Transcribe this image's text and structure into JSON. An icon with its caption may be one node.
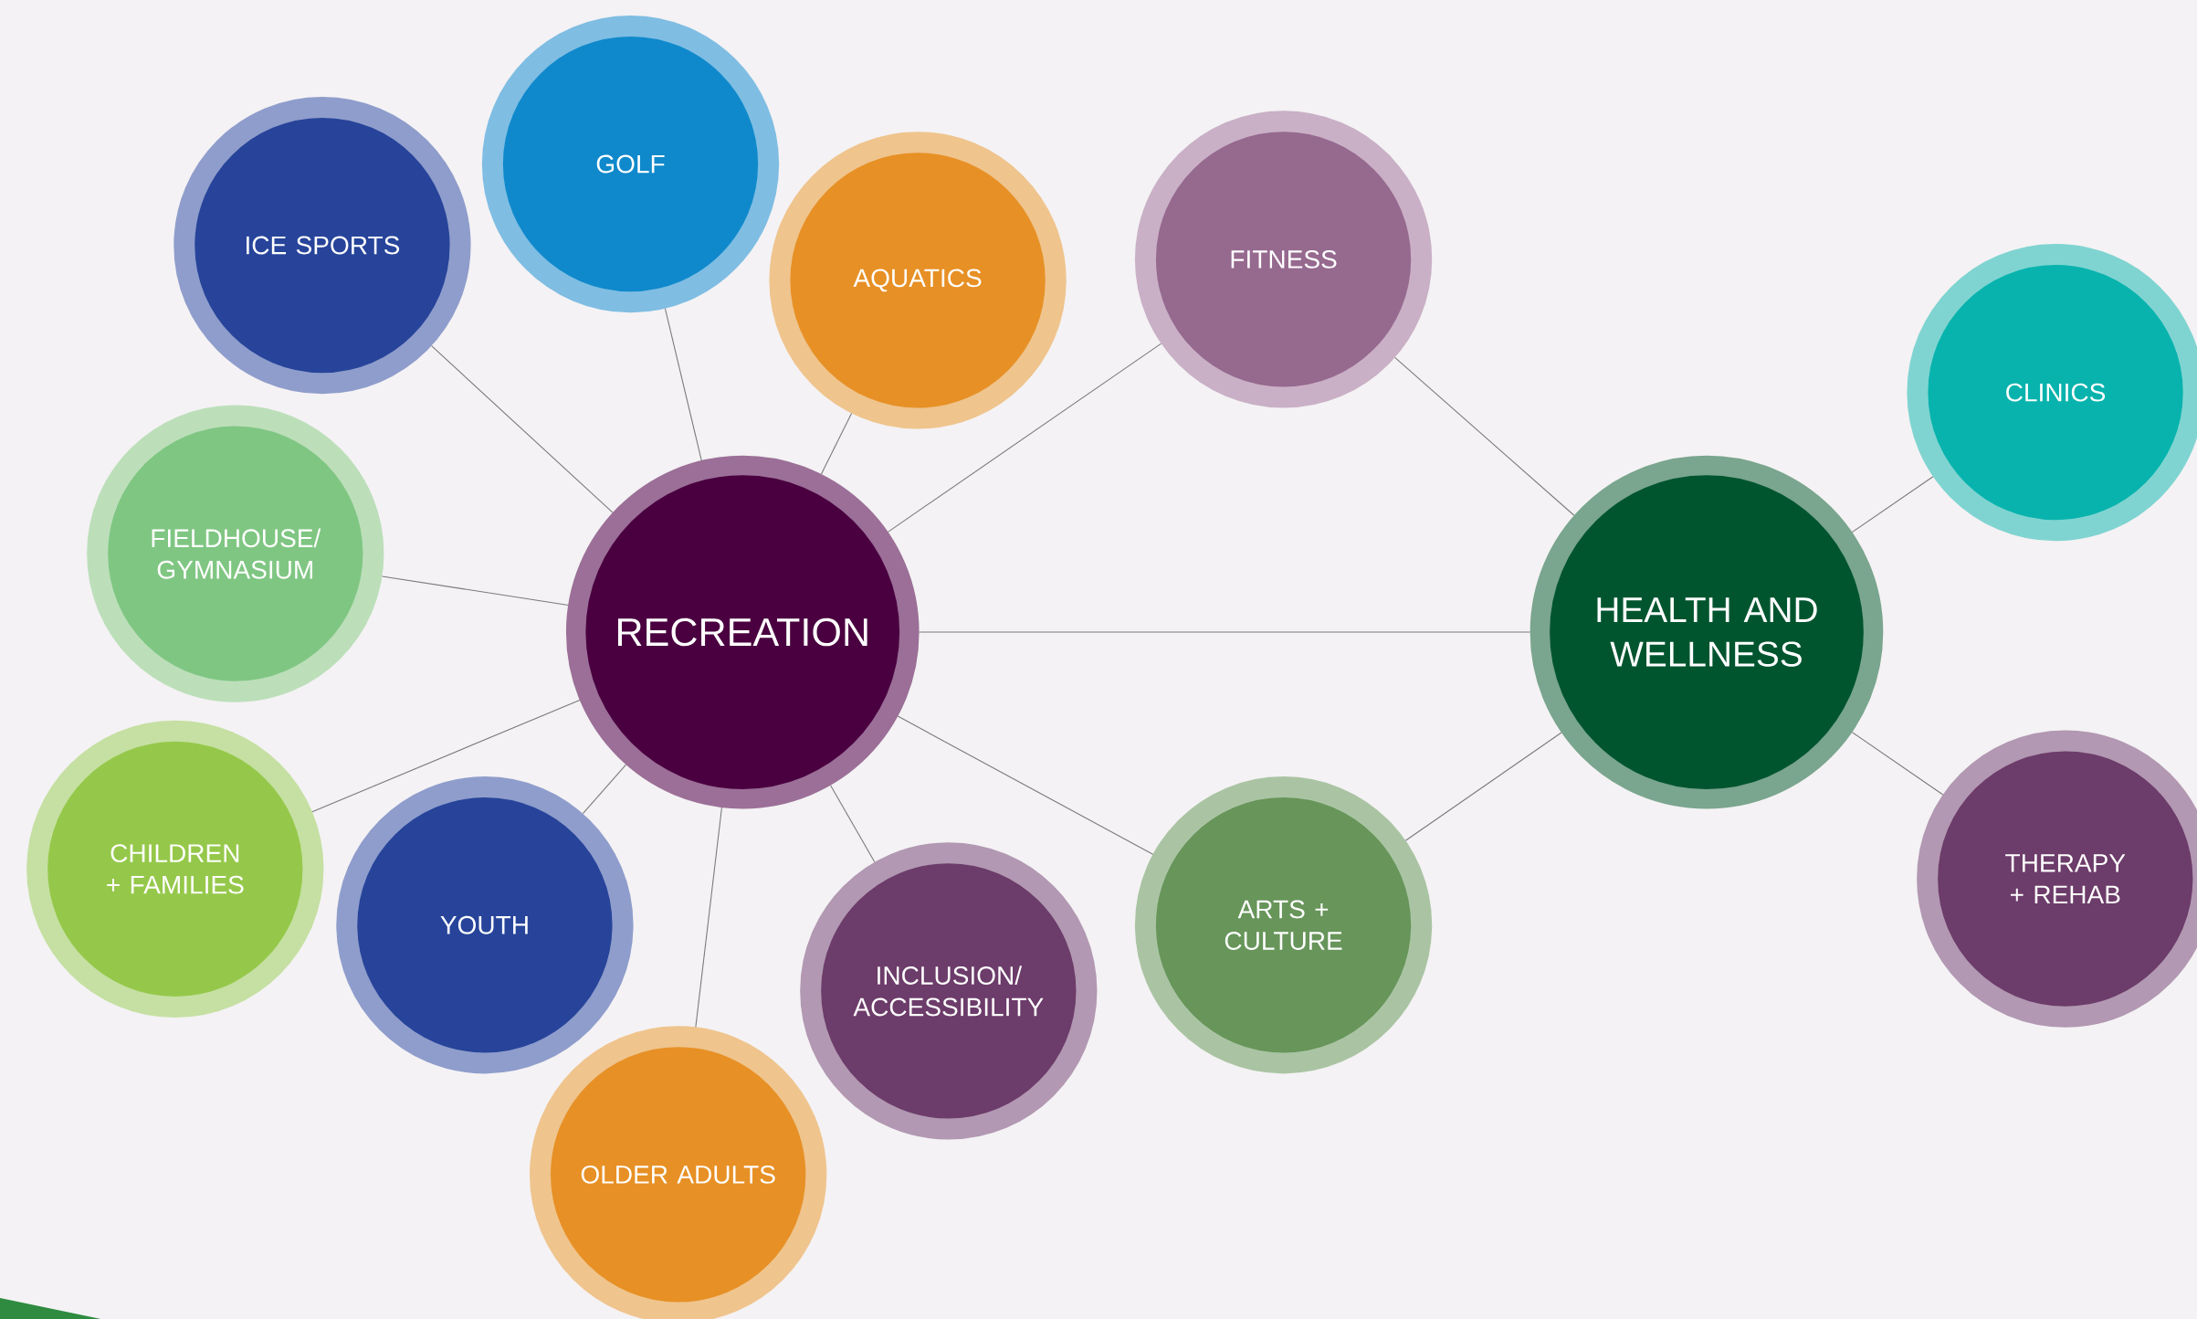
{
  "diagram": {
    "nodes": [
      {
        "text": [
          "RECREATION"
        ]
      },
      {
        "text": [
          "ICE SPORTS"
        ]
      },
      {
        "text": [
          "GOLF"
        ]
      },
      {
        "text": [
          "AQUATICS"
        ]
      },
      {
        "text": [
          "FIELDHOUSE/ GYMNASIUM"
        ]
      },
      {
        "text": [
          "CHILDREN + FAMILIES"
        ]
      },
      {
        "text": [
          "YOUTH"
        ]
      },
      {
        "text": [
          "OLDER ADULTS"
        ]
      },
      {
        "text": [
          "INCLUSION/ ACCESSIBILITY"
        ]
      },
      {
        "text": [
          "FITNESS"
        ]
      },
      {
        "text": [
          "HEALTH AND WELLNESS"
        ]
      },
      {
        "text": [
          "ARTS + CULTURE"
        ]
      },
      {
        "text": [
          "CLINICS"
        ]
      },
      {
        "text": [
          "THERAPY + REHAB"
        ]
      }
    ],
    "edges": [
      {
        "from": 0,
        "to": 1,
        "arrow": "none"
      },
      {
        "from": 0,
        "to": 2,
        "arrow": "none"
      },
      {
        "from": 0,
        "to": 3,
        "arrow": "none"
      },
      {
        "from": 0,
        "to": 4,
        "arrow": "none"
      },
      {
        "from": 0,
        "to": 5,
        "arrow": "none"
      },
      {
        "from": 0,
        "to": 6,
        "arrow": "none"
      },
      {
        "from": 0,
        "to": 7,
        "arrow": "none"
      },
      {
        "from": 0,
        "to": 8,
        "arrow": "none"
      },
      {
        "from": 0,
        "to": 9,
        "arrow": "none"
      },
      {
        "from": 0,
        "to": 10,
        "arrow": "none"
      },
      {
        "from": 0,
        "to": 11,
        "arrow": "none"
      },
      {
        "from": 9,
        "to": 10,
        "arrow": "none"
      },
      {
        "from": 11,
        "to": 10,
        "arrow": "none"
      },
      {
        "from": 10,
        "to": 12,
        "arrow": "none"
      },
      {
        "from": 10,
        "to": 13,
        "arrow": "none"
      }
    ]
  }
}
